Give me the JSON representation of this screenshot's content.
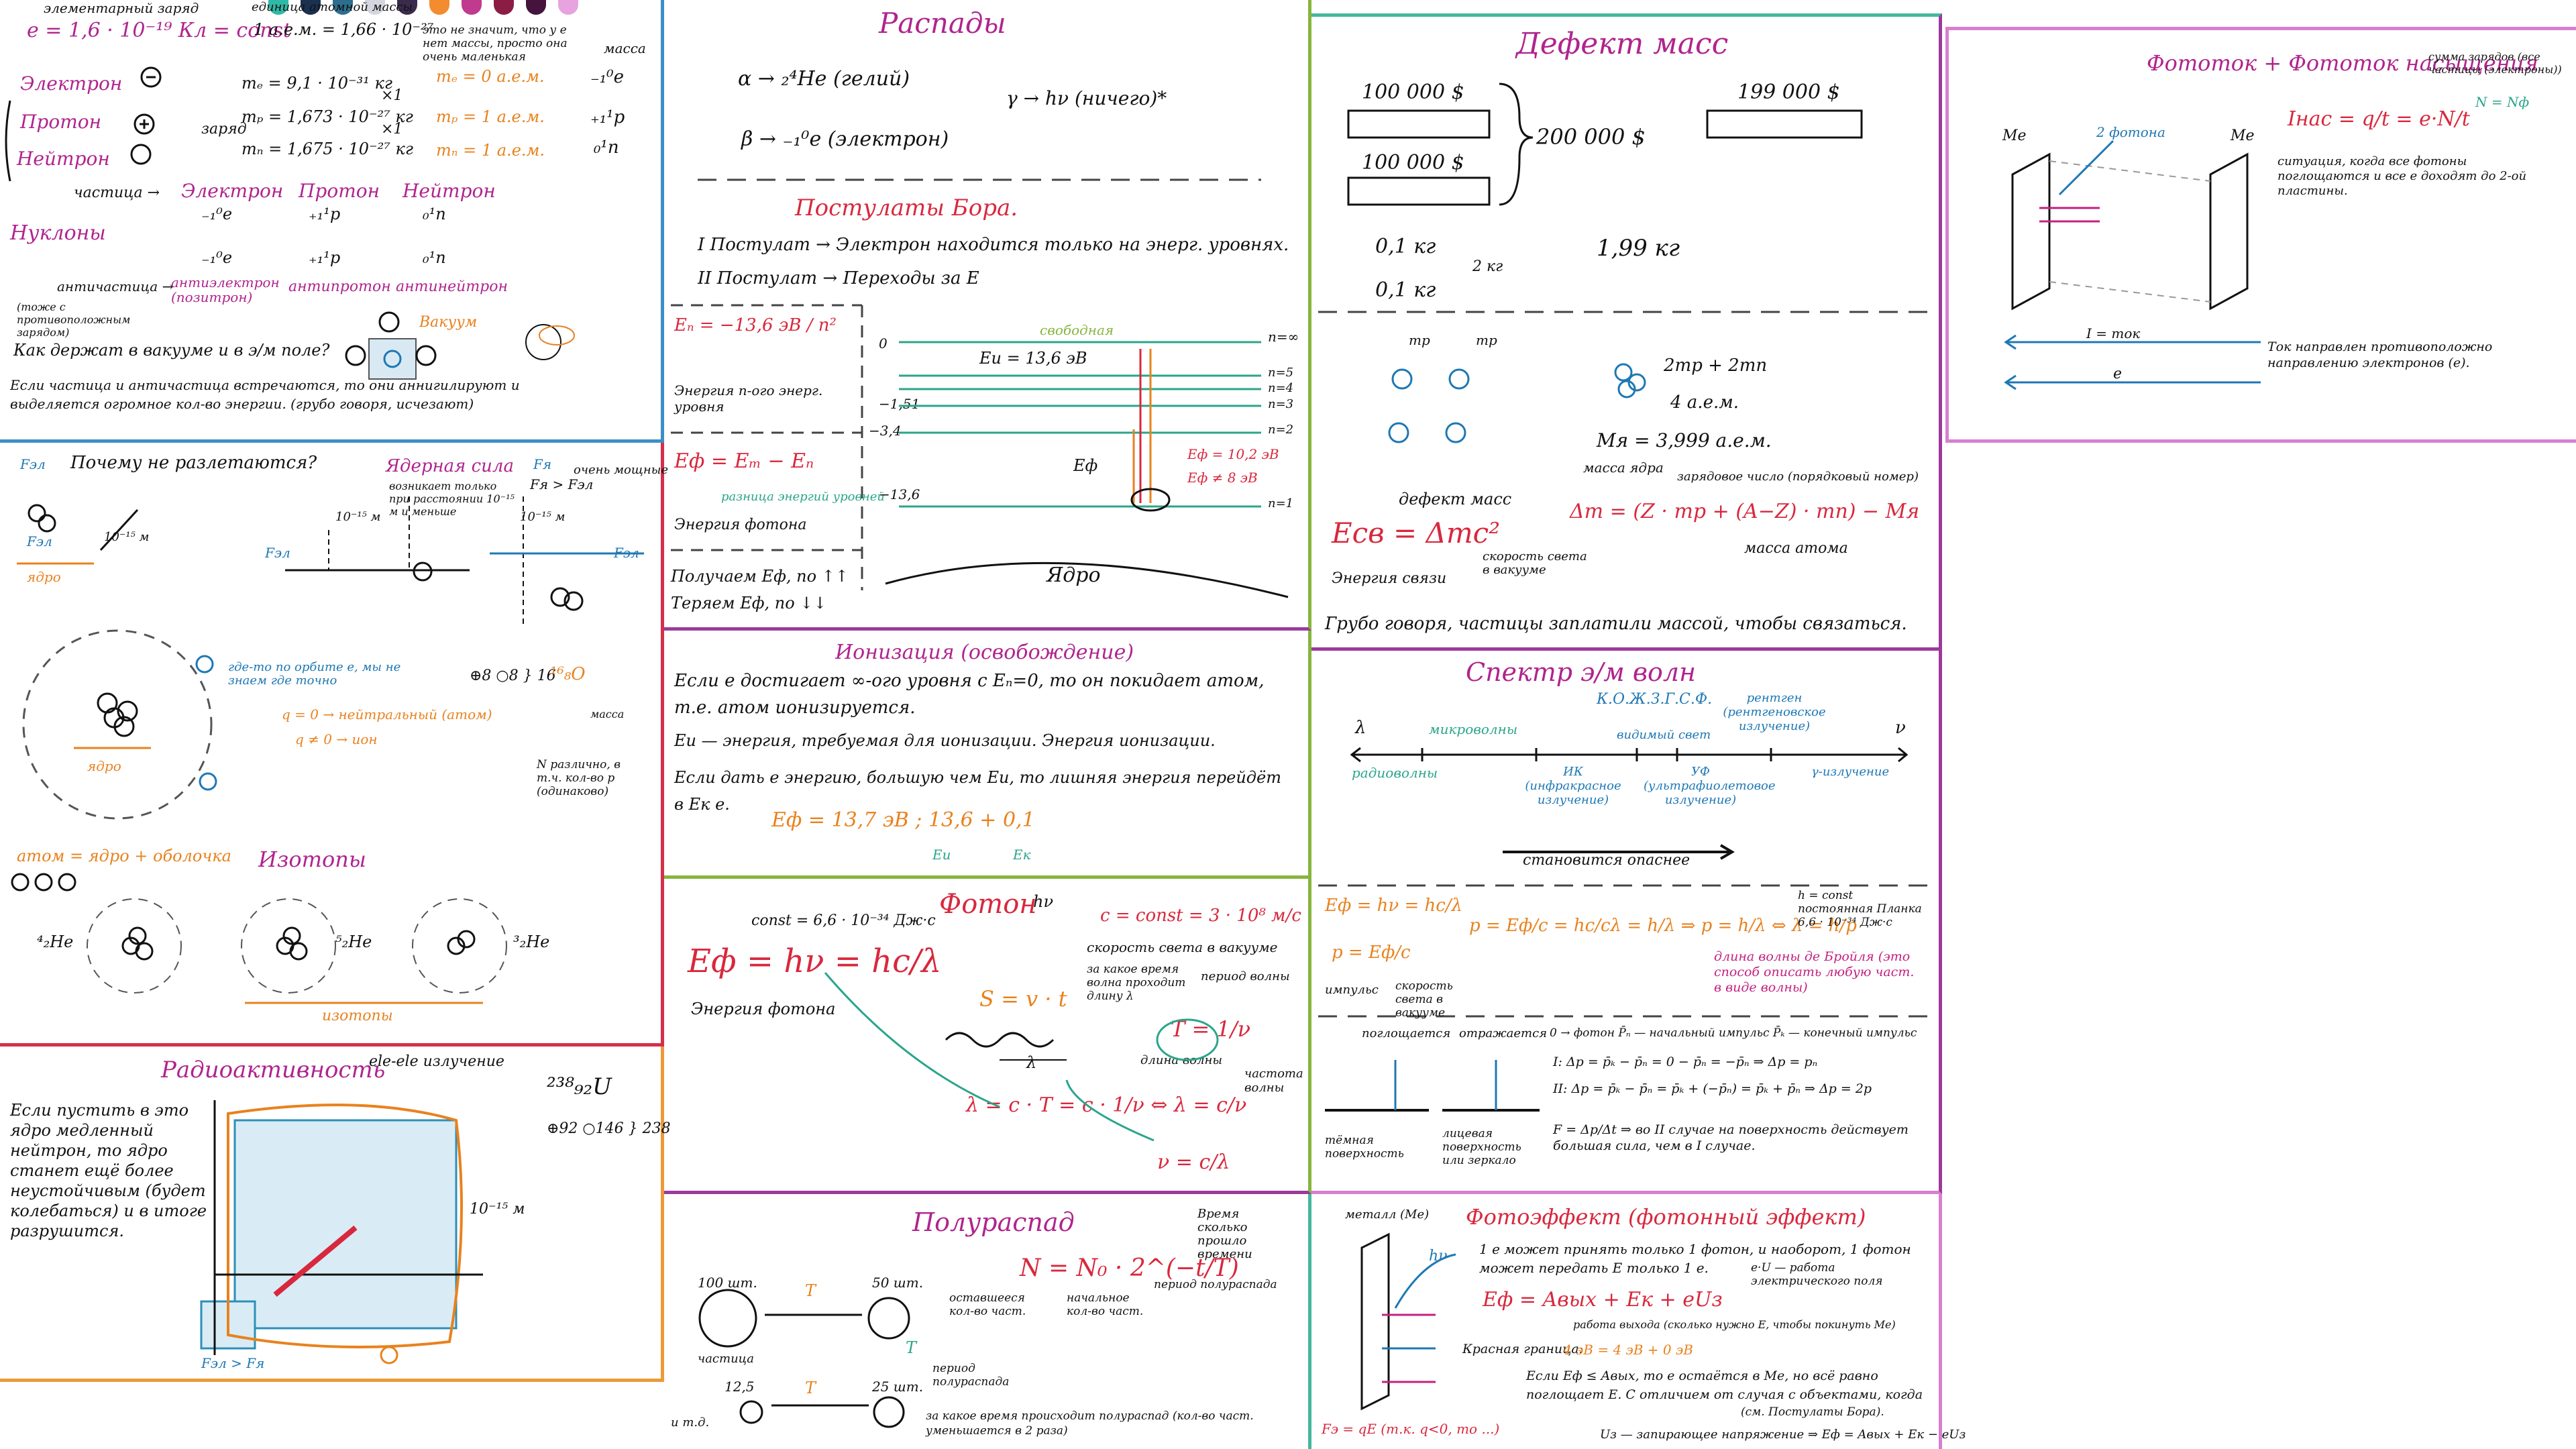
{
  "palette": {
    "swatches": [
      "#2fb8a6",
      "#1c3050",
      "#2d6e8f",
      "#d5d5e0",
      "#3a2b4d",
      "#f28c2e",
      "#c03a8e",
      "#8b1d45",
      "#44143c",
      "#e7a3df"
    ]
  },
  "colors": {
    "purple": "#b0248e",
    "magenta": "#c4207f",
    "teal": "#2aa58a",
    "blue": "#1e78b4",
    "orange": "#e8821e",
    "red": "#d8283d",
    "dark": "#111111",
    "panel_blue": "#3b8fc7",
    "panel_red": "#d4304a",
    "panel_purple": "#9b3a9b",
    "panel_green": "#86b53e",
    "panel_pink": "#d77fd1",
    "panel_teal": "#44b79e",
    "panel_orange": "#eb9a3a"
  },
  "elementary": {
    "charge_note": "элементарный заряд",
    "charge_formula": "e = 1,6 · 10⁻¹⁹ Кл = const",
    "amu_note": "единица атомной массы",
    "amu_formula": "1 а.е.м. = 1,66 · 10⁻²⁷",
    "not_zero": "это не значит, что у e нет массы, просто она очень маленькая",
    "electron": "Электрон",
    "proton": "Протон",
    "neutron": "Нейтрон",
    "charge_word": "заряд",
    "me": "mₑ = 9,1 · 10⁻³¹ кг",
    "mp": "mₚ = 1,673 · 10⁻²⁷ кг",
    "mn": "mₙ = 1,675 · 10⁻²⁷ кг",
    "x1": "×1",
    "me_amu": "mₑ = 0 а.е.м.",
    "mp_amu": "mₚ = 1 а.е.м.",
    "mn_amu": "mₙ = 1 а.е.м.",
    "mass": "масса",
    "sym_e": "₋₁⁰e",
    "sym_p": "₊₁¹p",
    "sym_n": "₀¹n",
    "particle_row": "частица →",
    "label_electron": "Электрон",
    "label_proton": "Протон",
    "label_neutron": "Нейтрон",
    "nucleons": "Нуклоны",
    "antiparticles": "античастица →",
    "antielectron": "антиэлектрон (позитрон)",
    "antiproton": "антипротон",
    "antineutron": "антинейтрон",
    "anti_note": "(тоже с противоположным зарядом)",
    "vacuum": "Вакуум",
    "question": "Как держат в вакууме и в э/м поле?",
    "annihilation": "Если частица и античастица встречаются, то они аннигилируют и выделяется огромное кол-во энергии. (грубо говоря, исчезают)"
  },
  "decays": {
    "title": "Распады",
    "alpha": "α → ₂⁴He (гелий)",
    "beta": "β → ₋₁⁰e (электрон)",
    "gamma": "γ → hν (ничего)*"
  },
  "bohr": {
    "title": "Постулаты Бора.",
    "post1": "I Постулат → Электрон находится только на энерг. уровнях.",
    "post2": "II Постулат → Переходы за E",
    "en_formula": "Eₙ = −13,6 эВ / n²",
    "en_note": "Энергия n-ого энерг. уровня",
    "ef_formula": "Eф = Eₘ − Eₙ",
    "ef_note": "Энергия фотона",
    "level_diff": "разница энергий уровней",
    "got": "Получаем Eф, по ↑↑",
    "lost": "Теряем Eф, по ↓↓",
    "free": "свободная",
    "ionization_e": "Eи = 13,6 эВ",
    "levels": [
      "n=∞",
      "n=5",
      "n=4",
      "n=3",
      "n=2",
      "n=1"
    ],
    "energies": [
      "0",
      "−1,51",
      "−3,4",
      "−13,6"
    ],
    "ef_small": "Eф = 10,2 эВ",
    "ef_small2": "Eф ≠ 8 эВ",
    "ef_label": "Eф",
    "nucleus": "Ядро"
  },
  "ionization": {
    "title": "Ионизация (освобождение)",
    "line1": "Если e достигает ∞-ого уровня с Eₙ=0, то он покидает атом,",
    "line2": "т.е. атом ионизируется.",
    "line3": "Eи — энергия, требуемая для ионизации. Энергия ионизации.",
    "line4": "Если дать e энергию, большую чем Eи, то лишняя энергия перейдёт",
    "line5": "в Eк e.",
    "formula": "Eф = 13,7 эВ ; 13,6 + 0,1",
    "sub_ei": "Eи",
    "sub_ek": "Eк"
  },
  "photon": {
    "title": "Фотон",
    "planck": "const = 6,6 · 10⁻³⁴ Дж·с",
    "hv": "hν",
    "formula": "Eф = hν = hc/λ",
    "energy_note": "Энергия фотона",
    "c_formula": "c = const = 3 · 10⁸ м/с",
    "c_note": "скорость света в вакууме",
    "s_formula": "S = v · t",
    "wave_note": "за какое время волна проходит длину λ",
    "period": "период волны",
    "t_formula": "T = 1/ν",
    "lambda": "λ",
    "wavelength": "длина волны",
    "frequency": "частота волны",
    "lambda_formula": "λ = c · T = c · 1/ν ⇔ λ = c/ν",
    "nu_formula": "ν = c/λ"
  },
  "half_life": {
    "title": "Полураспад",
    "formula": "N = N₀ · 2^(−t/T)",
    "time_note": "Время сколько прошло времени",
    "period_note": "период полураспада",
    "remain": "оставшееся кол-во част.",
    "initial": "начальное кол-во част.",
    "count1": "100 шт.",
    "count2": "50 шт.",
    "count3": "12,5",
    "count4": "25 шт.",
    "t_label": "T",
    "particle": "частица",
    "etc": "и т.д.",
    "period_label": "период полураспада",
    "bottom_note": "за какое время происходит полураспад (кол-во част. уменьшается в 2 раза)"
  },
  "radioactivity": {
    "title": "Радиоактивность",
    "text": "Если пустить в это ядро медленный нейтрон, то ядро станет ещё более неустойчивым (будет колебаться) и в итоге разрушится.",
    "note": "ele-ele излучение",
    "uranium": "²³⁸₉₂U",
    "composition": "⊕92 ○146 } 238",
    "scale": "10⁻¹⁵ м",
    "forces": "Fэл > Fя"
  },
  "nuclear": {
    "question": "Почему не разлетаются?",
    "nuclear_force": "Ядерная сила",
    "force_note": "возникает только при расстоянии 10⁻¹⁵ м и меньше",
    "fn_gt": "Fя > Fэл",
    "strong": "очень мощные",
    "label_fel": "Fэл",
    "label_fn": "Fя",
    "scale": "10⁻¹⁵ м",
    "nucleus": "ядро",
    "orbit_note": "где-то по орбите e, мы не знаем где точно",
    "charge_neutral": "q = 0 → нейтральный (атом)",
    "q_ion": "q ≠ 0 → ион",
    "o16": "⊕8 ○8 } 16",
    "o16_sym": "¹⁶₈O",
    "n_note": "N различно, в т.ч. кол-во p (одинаково)",
    "mass": "масса",
    "atom": "атом = ядро + оболочка",
    "isotopes": "Изотопы",
    "he4": "⁴₂He",
    "he5": "⁵₂He",
    "he3": "³₂He",
    "isotope_label": "изотопы"
  },
  "mass_defect": {
    "title": "Дефект масс",
    "money1": "100 000 $",
    "money2": "100 000 $",
    "sum": "200 000 $",
    "money3": "199 000 $",
    "kg1": "0,1 кг",
    "kg2": "0,1 кг",
    "kg_total": "2 кг",
    "kg_result": "1,99 кг",
    "mp": "mp",
    "sum_amu": "2mp + 2mn",
    "sum_amu2": "4 а.е.м.",
    "mass_core": "Mя = 3,999 а.е.м.",
    "mass_core_note": "масса ядра",
    "defect": "дефект масс",
    "formula": "Δm = (Z · mp + (A−Z) · mn) − Mя",
    "charge_num": "зарядовое число (порядковый номер)",
    "atom_mass": "масса атома",
    "ecb": "Eсв = Δmc²",
    "ecb_note": "Энергия связи",
    "c_note": "скорость света в вакууме",
    "bottom": "Грубо говоря, частицы заплатили массой, чтобы связаться."
  },
  "spectrum": {
    "title": "Спектр э/м волн",
    "lambda": "λ",
    "nu": "ν",
    "radio": "радиоволны",
    "micro": "микроволны",
    "ir": "ИК (инфракрасное излучение)",
    "visible": "видимый свет",
    "kojzgsf": "К.О.Ж.З.Г.С.Ф.",
    "uv": "УФ (ультрафиолетовое излучение)",
    "xray": "рентген (рентгеновское излучение)",
    "gamma": "γ-излучение",
    "danger": "становится опаснее",
    "momentum": "Eф = hν = hc/λ",
    "p_formula": "p = Eф/c",
    "p_note": "импульс",
    "c_note": "скорость света в вакууме",
    "p_chain": "p = Eф/c = hc/cλ = h/λ ⇒ p = h/λ ⇔ λ = h/p",
    "h_const": "h = const постоянная Планка 6,6 · 10⁻³⁴ Дж·с",
    "debroglie": "длина волны де Бройля (это способ описать любую част. в виде волны)",
    "absorbed": "поглощается",
    "reflected": "отражается",
    "dark_surface": "тёмная поверхность",
    "mirror_surface": "лицевая поверхность или зеркало",
    "pf": "0 → фотон  P̄ₙ — начальный импульс  P̄ₖ — конечный импульс",
    "case1": "I: Δp = p̄ₖ − p̄ₙ = 0 − p̄ₙ = −p̄ₙ ⇒ Δp = pₙ",
    "case2": "II: Δp = p̄ₖ − p̄ₙ = p̄ₖ + (−p̄ₙ) = p̄ₖ + p̄ₙ ⇒ Δp = 2p",
    "force": "F = Δp/Δt ⇒ во II случае на поверхность действует большая сила, чем в I случае."
  },
  "current": {
    "title": "Фототок + Фототок насыщения",
    "me": "Me",
    "photons": "2 фотона",
    "inas": "Iнас = q/t = e·N/t",
    "inas_note": "ситуация, когда все фотоны поглощаются и все e доходят до 2-ой пластины.",
    "n_note": "сумма зарядов (все частицы (электроны))",
    "n_eq": "N = Nф",
    "current": "I = ток",
    "e": "e",
    "direction": "Ток направлен противоположно направлению электронов (e)."
  },
  "photoeffect": {
    "title": "Фотоэффект (фотонный эффект)",
    "plate": "металл (Me)",
    "hv": "hν",
    "line1": "1 e может принять только 1 фотон, и наоборот, 1 фотон",
    "line2": "может передать E только 1 e.",
    "formula": "Eф = Aвых + Eк + eUз",
    "work": "работа выхода (сколько нужно E, чтобы покинуть Me)",
    "eu": "e·U — работа электрического поля",
    "red_border": "Красная граница:",
    "red_formula": "4 эВ = 4 эВ + 0 эВ",
    "line3": "Если Eф ≤ Aвых, то e остаётся в Me, но всё равно",
    "line4": "поглощает E. С отличием от случая с объектами, когда",
    "line5": "(см. Постулаты Бора).",
    "fe": "Fэ = qE (т.к. q<0, то ...)",
    "stop": "Uз — запирающее напряжение ⇒ Eф = Aвых + Eк − eUз"
  }
}
